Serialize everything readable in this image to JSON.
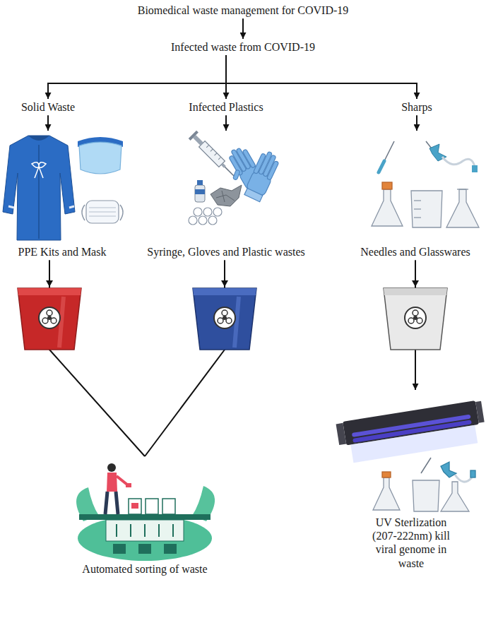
{
  "diagram": {
    "nodes": [
      {
        "text": [
          "Biomedical waste management for COVID-19"
        ]
      },
      {
        "text": [
          "Infected waste from COVID-19"
        ]
      },
      {
        "text": [
          "Solid Waste"
        ]
      },
      {
        "text": [
          "Infected Plastics"
        ]
      },
      {
        "text": [
          "Sharps"
        ]
      },
      {
        "text": [
          "PPE Kits and Mask"
        ]
      },
      {
        "text": [
          "Syringe, Gloves and Plastic wastes"
        ]
      },
      {
        "text": [
          "Needles and Glasswares"
        ]
      },
      {
        "text": [
          "Automated sorting of waste"
        ]
      },
      {
        "text": [
          "UV Sterlization (207-222nm) kill viral genome in waste"
        ]
      }
    ],
    "edges": [
      {
        "from": 0,
        "to": 1,
        "arrow": "to"
      },
      {
        "from": 1,
        "to": 2,
        "arrow": "to"
      },
      {
        "from": 1,
        "to": 3,
        "arrow": "to"
      },
      {
        "from": 1,
        "to": 4,
        "arrow": "to"
      },
      {
        "from": 2,
        "to": 5,
        "arrow": "to"
      },
      {
        "from": 3,
        "to": 6,
        "arrow": "to"
      },
      {
        "from": 4,
        "to": 7,
        "arrow": "to"
      },
      {
        "from": 5,
        "to": 8,
        "arrow": "none"
      },
      {
        "from": 6,
        "to": 8,
        "arrow": "none"
      },
      {
        "from": 7,
        "to": 9,
        "arrow": "to"
      }
    ]
  }
}
